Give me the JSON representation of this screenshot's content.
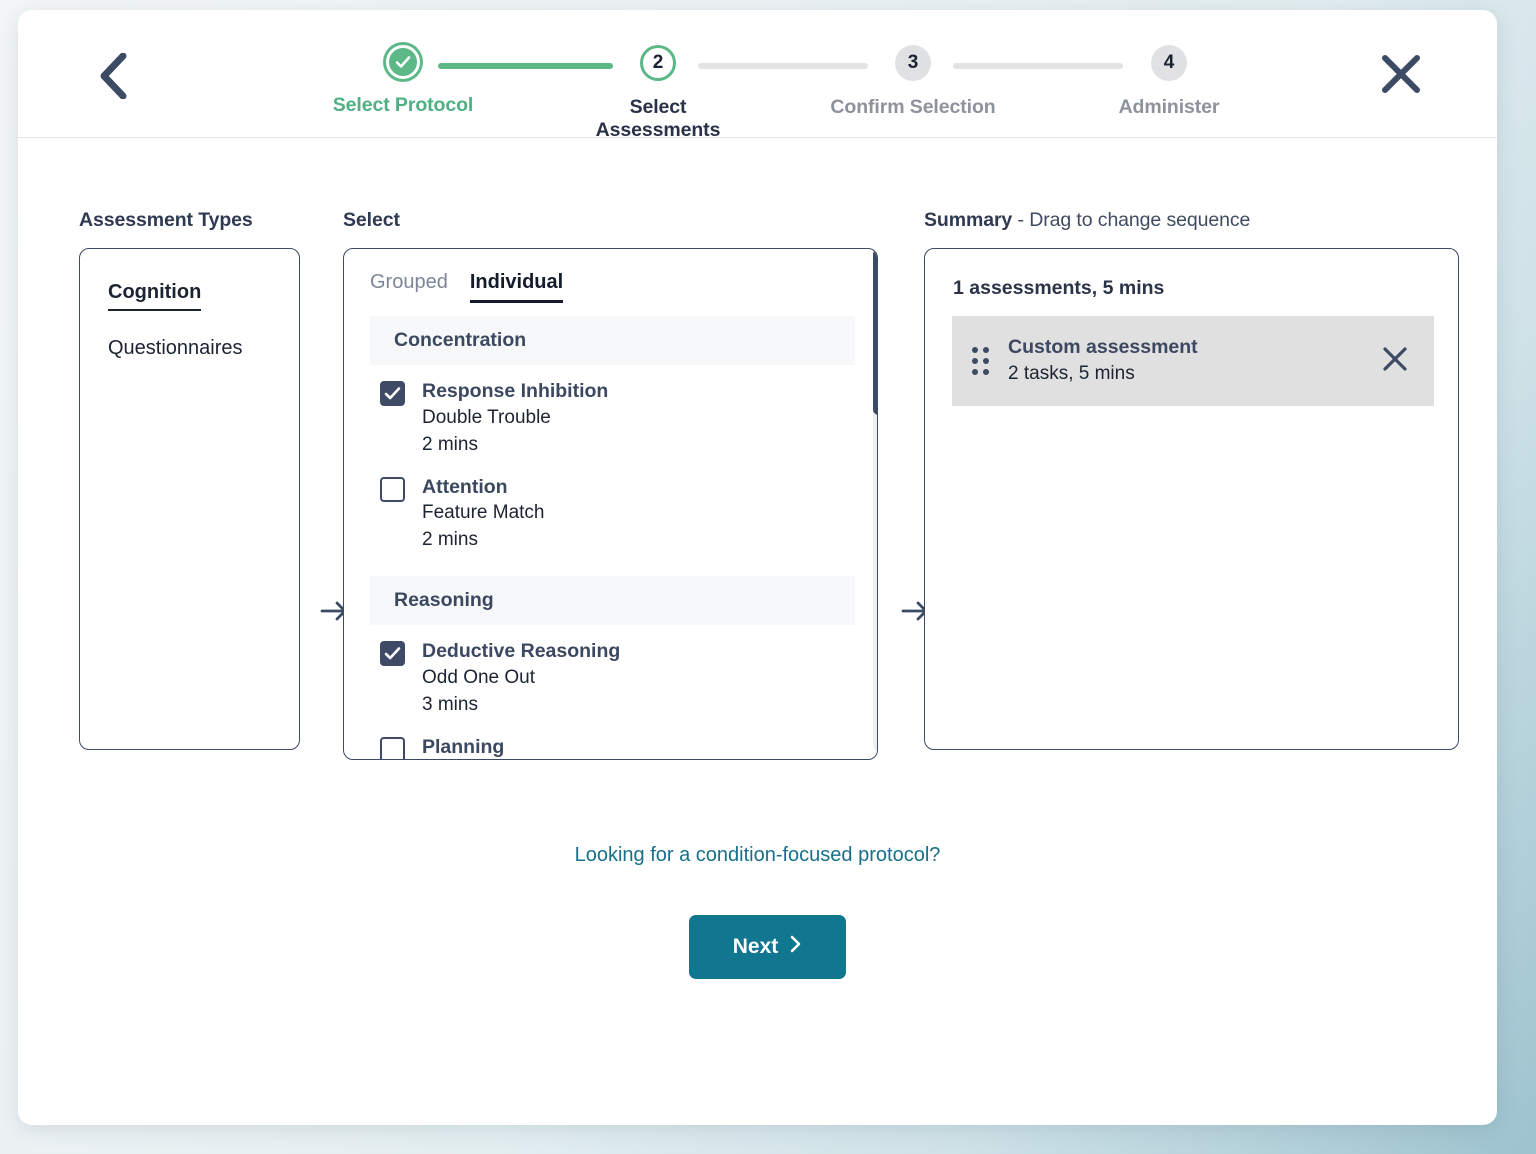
{
  "header": {
    "back_icon": "chevron-left-icon",
    "close_icon": "close-icon",
    "steps": [
      {
        "num": "1",
        "label": "Select Protocol",
        "state": "done"
      },
      {
        "num": "2",
        "label": "Select Assessments",
        "state": "current"
      },
      {
        "num": "3",
        "label": "Confirm Selection",
        "state": "pending"
      },
      {
        "num": "4",
        "label": "Administer",
        "state": "pending"
      }
    ]
  },
  "types_column": {
    "title": "Assessment Types",
    "items": [
      {
        "label": "Cognition",
        "active": true
      },
      {
        "label": "Questionnaires",
        "active": false
      }
    ]
  },
  "select_column": {
    "title": "Select",
    "tabs": [
      {
        "label": "Grouped",
        "active": false
      },
      {
        "label": "Individual",
        "active": true
      }
    ],
    "groups": [
      {
        "name": "Concentration",
        "items": [
          {
            "name": "Response Inhibition",
            "task": "Double Trouble",
            "duration": "2 mins",
            "checked": true
          },
          {
            "name": "Attention",
            "task": "Feature Match",
            "duration": "2 mins",
            "checked": false
          }
        ]
      },
      {
        "name": "Reasoning",
        "items": [
          {
            "name": "Deductive Reasoning",
            "task": "Odd One Out",
            "duration": "3 mins",
            "checked": true
          },
          {
            "name": "Planning",
            "task": "",
            "duration": "",
            "checked": false
          }
        ]
      }
    ]
  },
  "summary_column": {
    "title": "Summary",
    "title_suffix": "- Drag to change sequence",
    "count_line": "1 assessments, 5 mins",
    "items": [
      {
        "drag_icon": "drag-handle-icon",
        "title": "Custom assessment",
        "subtitle": "2 tasks, 5 mins",
        "remove_icon": "close-icon"
      }
    ]
  },
  "footer": {
    "link_text": "Looking for a condition-focused protocol?",
    "next_label": "Next",
    "next_icon": "chevron-right-icon"
  },
  "colors": {
    "accent_green": "#5cb887",
    "accent_teal": "#11768f",
    "ink": "#2a3248",
    "muted": "#8d929c",
    "panel_border": "#3d4a63",
    "group_band": "#f6f8fa",
    "summary_card": "#e0e0e0"
  }
}
